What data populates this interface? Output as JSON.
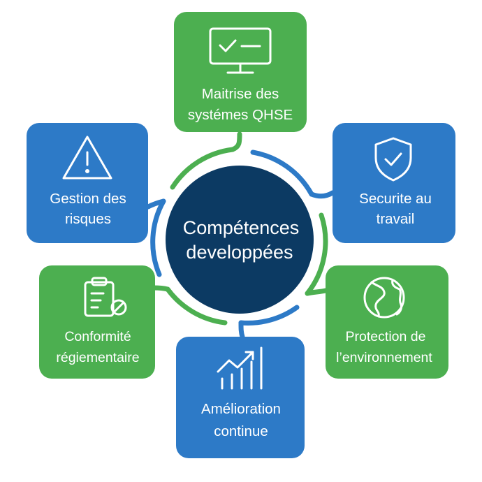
{
  "center": {
    "line1": "Compétences",
    "line2": "developpées"
  },
  "colors": {
    "green": "#4caf50",
    "blue": "#2d7ac7",
    "navy": "#0c3a63"
  },
  "cards": {
    "qhse": {
      "line1": "Maitrise des",
      "line2": "systémes QHSE",
      "icon": "monitor-check-icon"
    },
    "securite": {
      "line1": "Securite au",
      "line2": "travail",
      "icon": "shield-check-icon"
    },
    "environnement": {
      "line1": "Protection de",
      "line2": "l’environnement",
      "icon": "globe-icon"
    },
    "amelioration": {
      "line1": "Amélioration",
      "line2": "continue",
      "icon": "growth-chart-icon"
    },
    "conformite": {
      "line1": "Conformité",
      "line2": "régiementaire",
      "icon": "clipboard-check-icon"
    },
    "risques": {
      "line1": "Gestion des",
      "line2": "risques",
      "icon": "warning-icon"
    }
  }
}
